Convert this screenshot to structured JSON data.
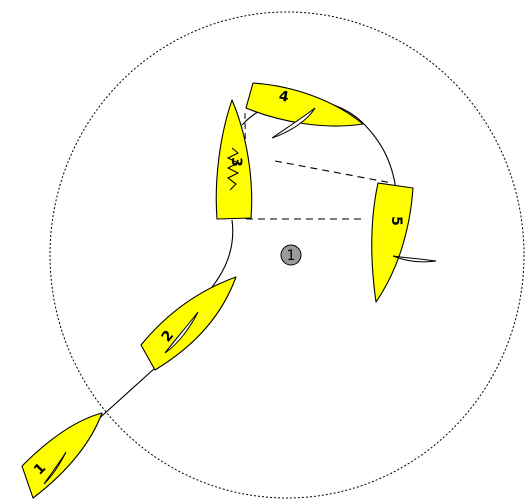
{
  "diagram": {
    "colors": {
      "hull": "#ffff00",
      "mark": "#9a9a9a",
      "outline": "#000000",
      "background": "#ffffff"
    },
    "mark": {
      "label": "1",
      "icon": "race-mark-icon"
    },
    "boats": [
      {
        "id": "boat-1",
        "number": "1"
      },
      {
        "id": "boat-2",
        "number": "2"
      },
      {
        "id": "boat-3",
        "number": "3"
      },
      {
        "id": "boat-4",
        "number": "4"
      },
      {
        "id": "boat-5",
        "number": "5"
      }
    ]
  }
}
